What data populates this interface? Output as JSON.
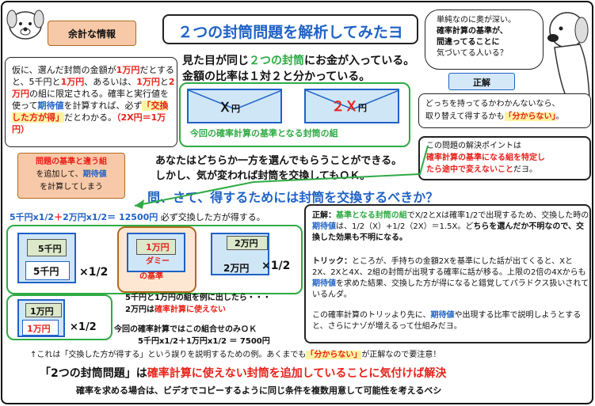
{
  "title": "２つの封筒問題を解析してみたヨ",
  "intro": {
    "line1_a": "見た目が同じ",
    "line1_b": "２つの封筒",
    "line1_c": "にお金が入っている。",
    "line2": "金額の比率は１対２と分かっている。"
  },
  "envelopes": {
    "left": "Ｘ",
    "left_unit": "円",
    "right": "２Ｘ",
    "right_unit": "円",
    "caption": "今回の確率計算の基準となる封筒の組"
  },
  "choice": {
    "line1": "あなたはどちらか一方を選んでもらうことができる。",
    "line2": "しかし、気が変われば封筒を交換してもＯＫ。"
  },
  "question": "問、さて、得するためには封筒を交換するべきか？",
  "extra_info": {
    "label": "余計な情報",
    "text_a": "仮に、選んだ封筒の金額が",
    "v1": "1万円",
    "text_b": "だとすると、5千円と",
    "v2": "1万円",
    "text_c": "、あるいは、",
    "v3": "1万円",
    "text_d": "と",
    "v4": "2万円",
    "text_e": "の組に限定される。",
    "text_f": "確率と実行値を使って",
    "v5": "期待値",
    "text_g": "を計算すれば、必ず",
    "v6": "「交換した方が得」",
    "text_h": "だとわかる。",
    "v7": "（2X円＝1万円）"
  },
  "thought": {
    "line1": "単純なのに奥が深い。",
    "line2": "確率計算の基準が、",
    "line3": "間違ってることに",
    "line4": "気づいてる人いる？"
  },
  "answer_label": "正解",
  "answer_box": {
    "line1": "どっちを持ってるかわかんないなら、",
    "line2a": "取り替えて得するかも",
    "line2b": "「分からない」",
    "line2c": "。"
  },
  "point_box": {
    "line1": "この問題の解決ポイントは",
    "line2": "確率計算の基準になる組を特定し",
    "line3a": "たら途中で変えないこと",
    "line3b": "だヨ。"
  },
  "arrow_note": {
    "line1": "問題の基準と違う組",
    "line2a": "を追加して、",
    "line2b": "期待値",
    "line3": "を計算してしまう"
  },
  "formula": {
    "a": "5千円x1/2",
    "plus": "＋",
    "b": "2万円x1/2",
    "c": "＝ 12500円",
    "d": "必ず交換した方が得する。"
  },
  "cards": {
    "c1_top": "5千円",
    "c1_bottom": "5千円",
    "c1_mult": "×1/2",
    "c2_top": "1万円",
    "c2_label1": "ダミー",
    "c2_label2": "の基準",
    "c3_top": "2万円",
    "c3_bottom": "2万円",
    "c3_mult": "×1/2",
    "c4_top": "1万円",
    "c4_bottom": "1万円",
    "c4_mult": "×1/2"
  },
  "middle_notes": {
    "n1": "5千円と1万円の組を例に出したら・・・",
    "n2a": "2万円は",
    "n2b": "確率計算に使えない",
    "n3": "今回の確率計算ではこの組合せのみＯＫ",
    "n4": "5千円x1/2＋1万円x1/2 ＝ 7500円"
  },
  "solution": {
    "p1_label": "正解：",
    "p1_a": "基準となる封筒の組",
    "p1_b": "でX/2とXは確率1/2で出現するため、交換した時の",
    "p1_c": "期待値",
    "p1_d": "は、1/2（X）+1/2（2X）＝1.5X。ど",
    "p1_e": "ちらを選んだか不明なので、交換した効果も不明になる。",
    "p2_label": "トリック：",
    "p2_a": "ところが、手持ちの金額2Xを基準にした話が出てく",
    "p2_b": "ると、Xと2X、2Xと4X、2組の封筒が出現する確率に話が移る。",
    "p2_c": "上限の2倍の4Xからも",
    "p2_d": "期待値",
    "p2_e": "を求めた結果、交換した方が得",
    "p2_f": "になると錯覚してパラドクス扱いされているんダ。",
    "p3_a": "この確率計算のトリッより先に、",
    "p3_b": "期待値",
    "p3_c": "や出現する比率で説明",
    "p3_d": "しようとすると、さらにナゾが増えるって仕組みだヨ。"
  },
  "footer": {
    "note_a": "↑これは「交換した方が得する」という誤りを説明するための例。あくまでも",
    "note_b": "「分からない」",
    "note_c": "が正解なので要注意！",
    "main_a": "「2つの封筒問題」は",
    "main_b": "確率計算に使えない封筒を追加していることに気付けば解決",
    "sub": "確率を求める場合は、ビデオでコピーするように同じ条件を複数用意して可能性を考えるベシ"
  },
  "colors": {
    "red": "#e8211a",
    "blue": "#1f62c6",
    "green": "#2faa44",
    "highlight": "#fff3a0"
  }
}
